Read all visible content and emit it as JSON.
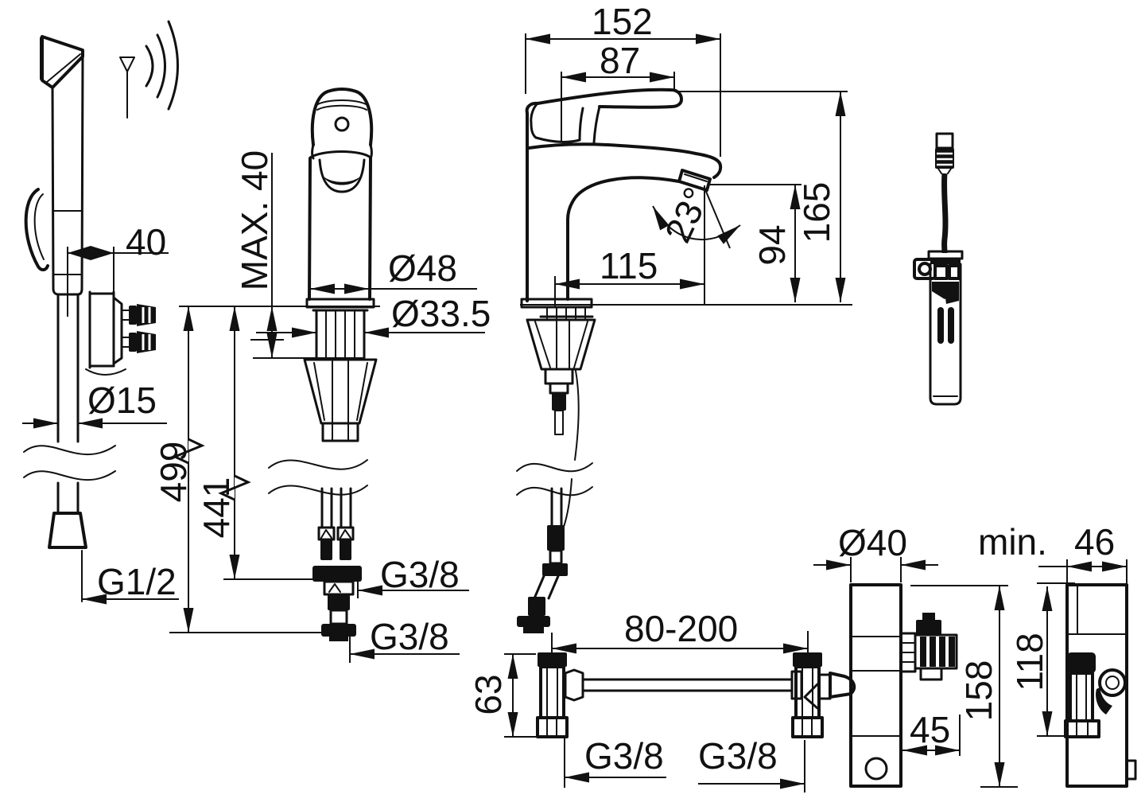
{
  "title": "faucet installation dimension drawing",
  "line_color": "#111111",
  "background_color": "#ffffff",
  "views": {
    "hand_shower": {
      "name": "hand shower with wall bracket and hose",
      "wireless_icon": "antenna-signal",
      "dims": {
        "bracket_offset": "40",
        "hose_diameter": "Ø15",
        "hose_thread": "G1/2"
      }
    },
    "mixer_front": {
      "name": "mixer front view with supply hoses",
      "dims": {
        "max_deck_thickness": "MAX. 40",
        "body_diameter": "Ø48",
        "shank_diameter": "Ø33.5",
        "hose_length_long": "499",
        "hose_length_short": "441",
        "hose_thread_upper": "G3/8",
        "hose_thread_lower": "G3/8"
      }
    },
    "mixer_side": {
      "name": "mixer side view",
      "dims": {
        "total_depth": "152",
        "lever_length": "87",
        "total_height": "165",
        "spout_height": "94",
        "spout_reach": "115",
        "aerator_angle": "23°"
      }
    },
    "battery_unit": {
      "name": "battery power unit with connector cable"
    },
    "inlet_assembly": {
      "name": "adjustable inlet pipe assembly",
      "dims": {
        "adjustable_span": "80-200",
        "valve_height": "63",
        "thread_left": "G3/8",
        "thread_right": "G3/8"
      }
    },
    "control_box_front": {
      "name": "control box front view",
      "dims": {
        "diameter": "Ø40",
        "height": "158",
        "valve_offset": "45"
      }
    },
    "control_box_side": {
      "name": "control box side view",
      "dims": {
        "width_min_label": "min.",
        "width_min_value": "46",
        "height": "118"
      }
    }
  }
}
